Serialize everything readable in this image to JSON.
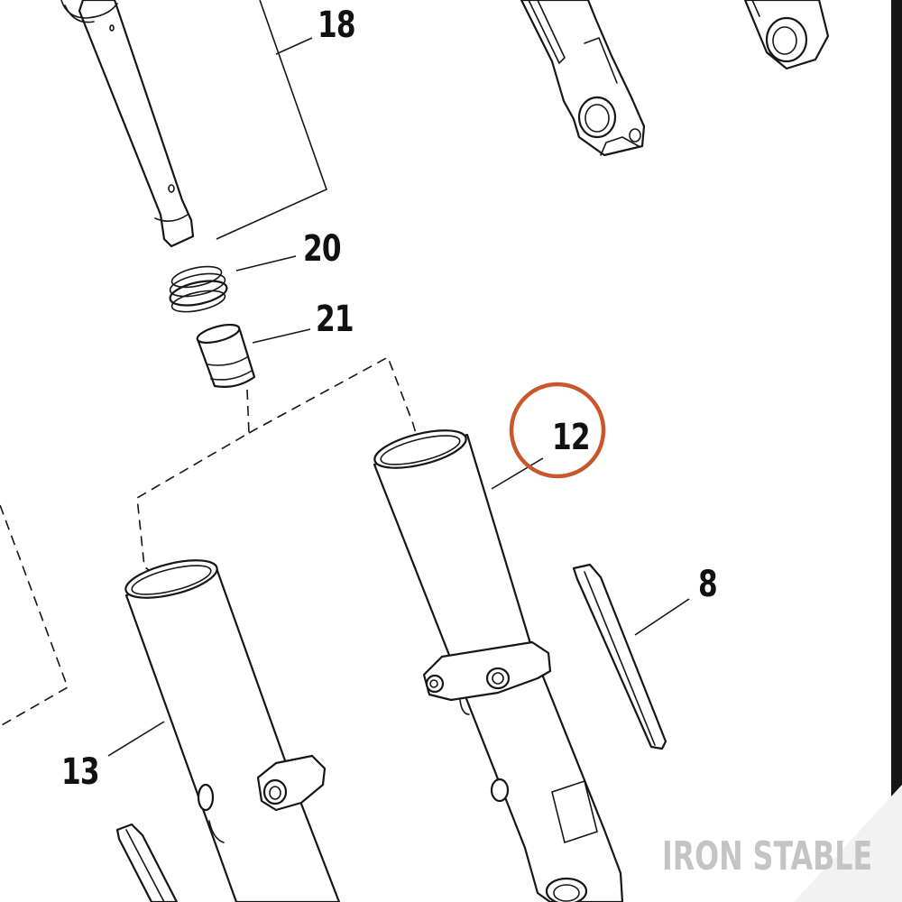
{
  "callouts": {
    "c18": "18",
    "c20": "20",
    "c21": "21",
    "c12": "12",
    "c8": "8",
    "c13": "13"
  },
  "highlighted_callout": "12",
  "watermark": "IRON STABLE",
  "colors": {
    "line": "#161616",
    "highlight_ring": "#c9572b",
    "watermark": "#c4c4c4",
    "background": "#ffffff",
    "frame": "#161616"
  }
}
